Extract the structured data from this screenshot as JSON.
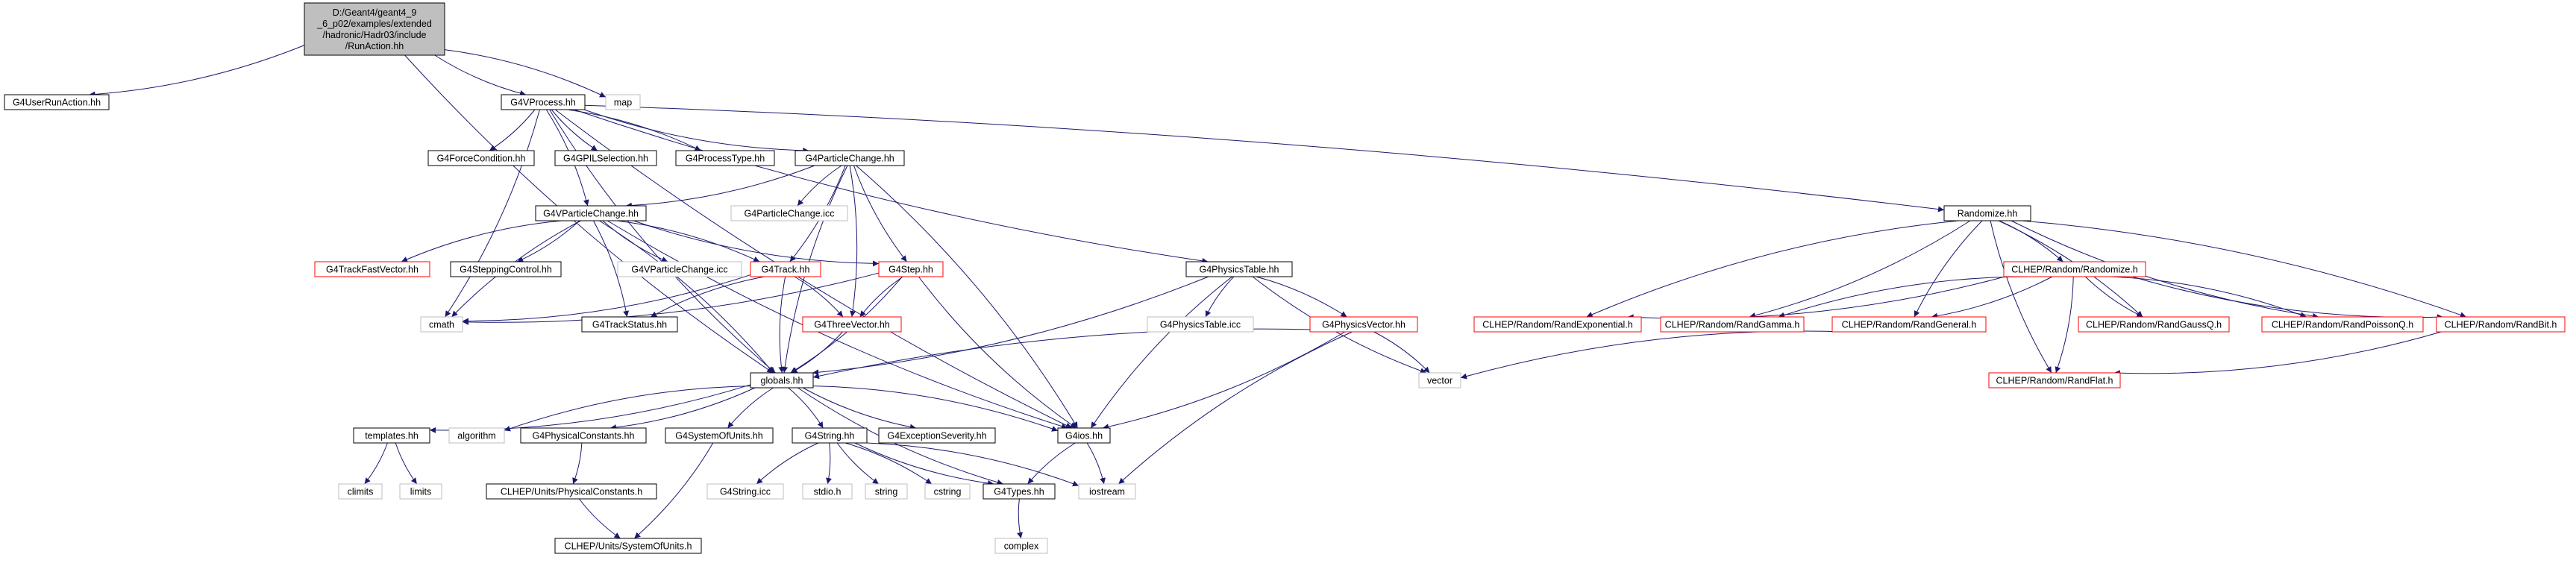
{
  "colors": {
    "edge": "#191970",
    "root_fill": "#bfbfbf",
    "root_border": "#000000",
    "documented_border": "#000000",
    "documented_fill": "#ffffff",
    "undocumented_border": "#ff0000",
    "system_border": "#bfbfbf",
    "system_text": "#000000"
  },
  "nodes": [
    {
      "id": "root",
      "kind": "root",
      "lines": [
        "D:/Geant4/geant4_9",
        "_6_p02/examples/extended",
        "/hadronic/Hadr03/include",
        "/RunAction.hh"
      ]
    },
    {
      "id": "g4userrunaction",
      "kind": "documented",
      "lines": [
        "G4UserRunAction.hh"
      ]
    },
    {
      "id": "g4vprocess",
      "kind": "documented",
      "lines": [
        "G4VProcess.hh"
      ]
    },
    {
      "id": "map",
      "kind": "system",
      "lines": [
        "map"
      ]
    },
    {
      "id": "g4forcecondition",
      "kind": "documented",
      "lines": [
        "G4ForceCondition.hh"
      ]
    },
    {
      "id": "g4gpilselection",
      "kind": "documented",
      "lines": [
        "G4GPILSelection.hh"
      ]
    },
    {
      "id": "g4processtype",
      "kind": "documented",
      "lines": [
        "G4ProcessType.hh"
      ]
    },
    {
      "id": "g4particlechange",
      "kind": "documented",
      "lines": [
        "G4ParticleChange.hh"
      ]
    },
    {
      "id": "g4particlechange_icc",
      "kind": "system",
      "lines": [
        "G4ParticleChange.icc"
      ]
    },
    {
      "id": "g4vparticlechange",
      "kind": "documented",
      "lines": [
        "G4VParticleChange.hh"
      ]
    },
    {
      "id": "g4trackfastvector",
      "kind": "undocumented",
      "lines": [
        "G4TrackFastVector.hh"
      ]
    },
    {
      "id": "g4steppingcontrol",
      "kind": "documented",
      "lines": [
        "G4SteppingControl.hh"
      ]
    },
    {
      "id": "g4vparticlechange_icc",
      "kind": "system",
      "lines": [
        "G4VParticleChange.icc"
      ]
    },
    {
      "id": "g4track",
      "kind": "undocumented",
      "lines": [
        "G4Track.hh"
      ]
    },
    {
      "id": "g4step",
      "kind": "undocumented",
      "lines": [
        "G4Step.hh"
      ]
    },
    {
      "id": "cmath",
      "kind": "system",
      "lines": [
        "cmath"
      ]
    },
    {
      "id": "g4trackstatus",
      "kind": "documented",
      "lines": [
        "G4TrackStatus.hh"
      ]
    },
    {
      "id": "g4threevector",
      "kind": "undocumented",
      "lines": [
        "G4ThreeVector.hh"
      ]
    },
    {
      "id": "g4physicstable",
      "kind": "documented",
      "lines": [
        "G4PhysicsTable.hh"
      ]
    },
    {
      "id": "g4physicstable_icc",
      "kind": "system",
      "lines": [
        "G4PhysicsTable.icc"
      ]
    },
    {
      "id": "g4physicsvector",
      "kind": "undocumented",
      "lines": [
        "G4PhysicsVector.hh"
      ]
    },
    {
      "id": "vector",
      "kind": "system",
      "lines": [
        "vector"
      ]
    },
    {
      "id": "globals",
      "kind": "documented",
      "lines": [
        "globals.hh"
      ]
    },
    {
      "id": "templates",
      "kind": "documented",
      "lines": [
        "templates.hh"
      ]
    },
    {
      "id": "algorithm",
      "kind": "system",
      "lines": [
        "algorithm"
      ]
    },
    {
      "id": "g4physicalconstants",
      "kind": "documented",
      "lines": [
        "G4PhysicalConstants.hh"
      ]
    },
    {
      "id": "g4systemofunits",
      "kind": "documented",
      "lines": [
        "G4SystemOfUnits.hh"
      ]
    },
    {
      "id": "g4string",
      "kind": "documented",
      "lines": [
        "G4String.hh"
      ]
    },
    {
      "id": "g4exceptionseverity",
      "kind": "documented",
      "lines": [
        "G4ExceptionSeverity.hh"
      ]
    },
    {
      "id": "g4ios",
      "kind": "documented",
      "lines": [
        "G4ios.hh"
      ]
    },
    {
      "id": "climits",
      "kind": "system",
      "lines": [
        "climits"
      ]
    },
    {
      "id": "limits",
      "kind": "system",
      "lines": [
        "limits"
      ]
    },
    {
      "id": "clhep_physicalconstants",
      "kind": "documented",
      "lines": [
        "CLHEP/Units/PhysicalConstants.h"
      ]
    },
    {
      "id": "g4string_icc",
      "kind": "system",
      "lines": [
        "G4String.icc"
      ]
    },
    {
      "id": "stdio",
      "kind": "system",
      "lines": [
        "stdio.h"
      ]
    },
    {
      "id": "string",
      "kind": "system",
      "lines": [
        "string"
      ]
    },
    {
      "id": "cstring",
      "kind": "system",
      "lines": [
        "cstring"
      ]
    },
    {
      "id": "g4types",
      "kind": "documented",
      "lines": [
        "G4Types.hh"
      ]
    },
    {
      "id": "iostream",
      "kind": "system",
      "lines": [
        "iostream"
      ]
    },
    {
      "id": "clhep_systemofunits",
      "kind": "documented",
      "lines": [
        "CLHEP/Units/SystemOfUnits.h"
      ]
    },
    {
      "id": "complex",
      "kind": "system",
      "lines": [
        "complex"
      ]
    },
    {
      "id": "randomize_hh",
      "kind": "documented",
      "lines": [
        "Randomize.hh"
      ]
    },
    {
      "id": "clhep_randomize",
      "kind": "undocumented",
      "lines": [
        "CLHEP/Random/Randomize.h"
      ]
    },
    {
      "id": "randexponential",
      "kind": "undocumented",
      "lines": [
        "CLHEP/Random/RandExponential.h"
      ]
    },
    {
      "id": "randgamma",
      "kind": "undocumented",
      "lines": [
        "CLHEP/Random/RandGamma.h"
      ]
    },
    {
      "id": "randgeneral",
      "kind": "undocumented",
      "lines": [
        "CLHEP/Random/RandGeneral.h"
      ]
    },
    {
      "id": "randgaussq",
      "kind": "undocumented",
      "lines": [
        "CLHEP/Random/RandGaussQ.h"
      ]
    },
    {
      "id": "randpoissonq",
      "kind": "undocumented",
      "lines": [
        "CLHEP/Random/RandPoissonQ.h"
      ]
    },
    {
      "id": "randbit",
      "kind": "undocumented",
      "lines": [
        "CLHEP/Random/RandBit.h"
      ]
    },
    {
      "id": "randflat",
      "kind": "undocumented",
      "lines": [
        "CLHEP/Random/RandFlat.h"
      ]
    }
  ],
  "edges": [
    [
      "root",
      "g4userrunaction"
    ],
    [
      "root",
      "g4vprocess"
    ],
    [
      "root",
      "map"
    ],
    [
      "root",
      "globals"
    ],
    [
      "g4vprocess",
      "g4forcecondition"
    ],
    [
      "g4vprocess",
      "g4gpilselection"
    ],
    [
      "g4vprocess",
      "g4processtype"
    ],
    [
      "g4vprocess",
      "g4particlechange"
    ],
    [
      "g4vprocess",
      "g4vparticlechange"
    ],
    [
      "g4vprocess",
      "g4physicstable"
    ],
    [
      "g4vprocess",
      "randomize_hh"
    ],
    [
      "g4vprocess",
      "globals"
    ],
    [
      "g4vprocess",
      "cmath"
    ],
    [
      "g4vprocess",
      "g4ios"
    ],
    [
      "g4particlechange",
      "g4vparticlechange"
    ],
    [
      "g4particlechange",
      "g4particlechange_icc"
    ],
    [
      "g4particlechange",
      "g4track"
    ],
    [
      "g4particlechange",
      "g4step"
    ],
    [
      "g4particlechange",
      "g4threevector"
    ],
    [
      "g4particlechange",
      "globals"
    ],
    [
      "g4particlechange",
      "g4ios"
    ],
    [
      "g4vparticlechange",
      "g4trackfastvector"
    ],
    [
      "g4vparticlechange",
      "g4steppingcontrol"
    ],
    [
      "g4vparticlechange",
      "g4vparticlechange_icc"
    ],
    [
      "g4vparticlechange",
      "g4track"
    ],
    [
      "g4vparticlechange",
      "g4step"
    ],
    [
      "g4vparticlechange",
      "g4trackstatus"
    ],
    [
      "g4vparticlechange",
      "cmath"
    ],
    [
      "g4vparticlechange",
      "globals"
    ],
    [
      "g4vparticlechange",
      "g4ios"
    ],
    [
      "g4track",
      "cmath"
    ],
    [
      "g4track",
      "g4trackstatus"
    ],
    [
      "g4track",
      "g4threevector"
    ],
    [
      "g4track",
      "globals"
    ],
    [
      "g4step",
      "cmath"
    ],
    [
      "g4step",
      "g4threevector"
    ],
    [
      "g4step",
      "globals"
    ],
    [
      "g4step",
      "g4ios"
    ],
    [
      "g4threevector",
      "globals"
    ],
    [
      "g4physicstable",
      "g4physicstable_icc"
    ],
    [
      "g4physicstable",
      "g4physicsvector"
    ],
    [
      "g4physicstable",
      "vector"
    ],
    [
      "g4physicstable",
      "globals"
    ],
    [
      "g4physicstable",
      "g4ios"
    ],
    [
      "g4physicsvector",
      "vector"
    ],
    [
      "g4physicsvector",
      "globals"
    ],
    [
      "g4physicsvector",
      "g4ios"
    ],
    [
      "g4physicsvector",
      "iostream"
    ],
    [
      "globals",
      "templates"
    ],
    [
      "globals",
      "algorithm"
    ],
    [
      "globals",
      "g4physicalconstants"
    ],
    [
      "globals",
      "g4systemofunits"
    ],
    [
      "globals",
      "g4string"
    ],
    [
      "globals",
      "g4exceptionseverity"
    ],
    [
      "globals",
      "g4ios"
    ],
    [
      "globals",
      "g4types"
    ],
    [
      "templates",
      "climits"
    ],
    [
      "templates",
      "limits"
    ],
    [
      "g4physicalconstants",
      "clhep_physicalconstants"
    ],
    [
      "clhep_physicalconstants",
      "clhep_systemofunits"
    ],
    [
      "g4systemofunits",
      "clhep_systemofunits"
    ],
    [
      "g4string",
      "g4string_icc"
    ],
    [
      "g4string",
      "stdio"
    ],
    [
      "g4string",
      "string"
    ],
    [
      "g4string",
      "cstring"
    ],
    [
      "g4string",
      "g4types"
    ],
    [
      "g4string",
      "iostream"
    ],
    [
      "g4ios",
      "g4types"
    ],
    [
      "g4ios",
      "iostream"
    ],
    [
      "g4types",
      "complex"
    ],
    [
      "randomize_hh",
      "clhep_randomize"
    ],
    [
      "randomize_hh",
      "randexponential"
    ],
    [
      "randomize_hh",
      "randgamma"
    ],
    [
      "randomize_hh",
      "randgeneral"
    ],
    [
      "randomize_hh",
      "randgaussq"
    ],
    [
      "randomize_hh",
      "randpoissonq"
    ],
    [
      "randomize_hh",
      "randbit"
    ],
    [
      "randomize_hh",
      "randflat"
    ],
    [
      "clhep_randomize",
      "randexponential"
    ],
    [
      "clhep_randomize",
      "randgamma"
    ],
    [
      "clhep_randomize",
      "randgeneral"
    ],
    [
      "clhep_randomize",
      "randgaussq"
    ],
    [
      "clhep_randomize",
      "randpoissonq"
    ],
    [
      "clhep_randomize",
      "randbit"
    ],
    [
      "clhep_randomize",
      "randflat"
    ],
    [
      "randgeneral",
      "vector"
    ],
    [
      "randbit",
      "randflat"
    ]
  ]
}
